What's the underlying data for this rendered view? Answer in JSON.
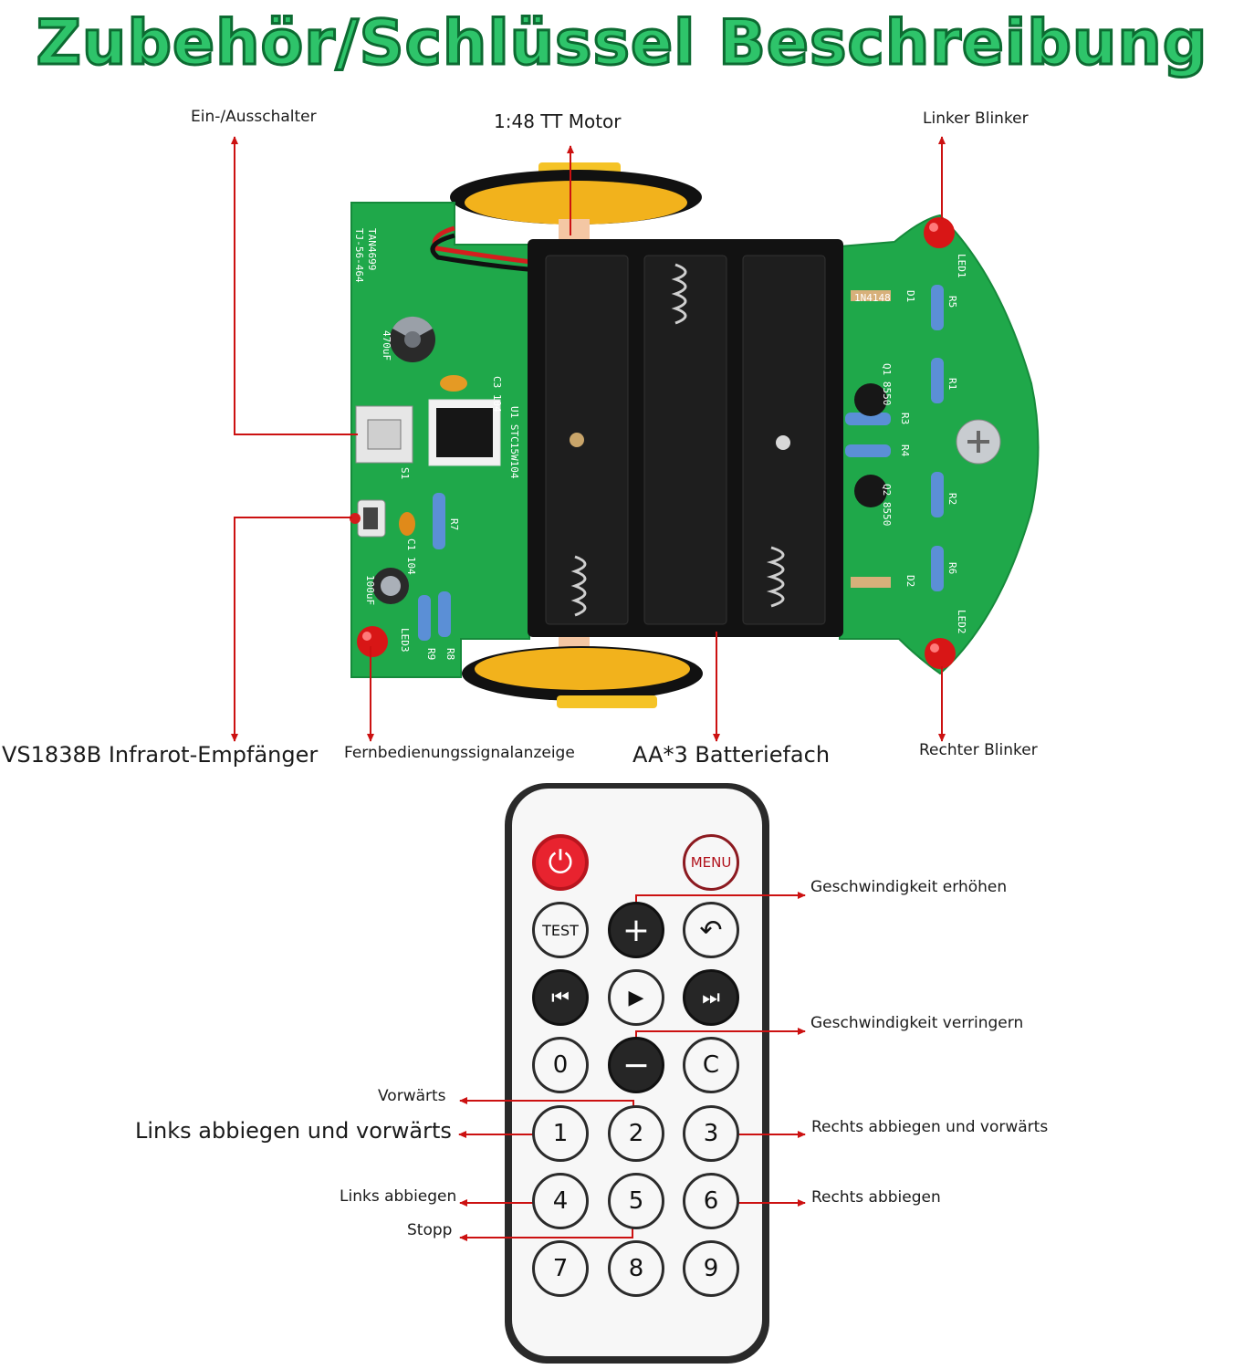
{
  "title": "Zubehör/Schlüssel Beschreibung",
  "car_labels": {
    "switch": "Ein-/Ausschalter",
    "motor": "1:48 TT Motor",
    "left_blinker": "Linker Blinker",
    "ir_receiver": "VS1838B Infrarot-Empfänger",
    "signal_indicator": "Fernbedienungssignalanzeige",
    "battery": "AA*3 Batteriefach",
    "right_blinker": "Rechter Blinker"
  },
  "pcb_text": {
    "board_id": "TAN4699",
    "board_rev": "TJ-56-464",
    "cap_big": "470uF",
    "cap_c3": "C3 104",
    "chip": "U1 STC15W104",
    "switch": "S1",
    "cap_c1": "C1 104",
    "cap_small": "100uF",
    "led3": "LED3",
    "r7": "R7",
    "r8": "R8",
    "r9": "R9",
    "led1": "LED1",
    "led2": "LED2",
    "d1": "D1",
    "d2": "D2",
    "diode": "1N4148",
    "q1": "Q1 8550",
    "q2": "Q2 8550",
    "r1": "R1",
    "r2": "R2",
    "r3": "R3",
    "r4": "R4",
    "r5": "R5",
    "r6": "R6"
  },
  "remote_labels": {
    "speed_up": "Geschwindigkeit erhöhen",
    "speed_down": "Geschwindigkeit verringern",
    "forward": "Vorwärts",
    "left_forward": "Links abbiegen und vorwärts",
    "right_forward": "Rechts abbiegen und vorwärts",
    "left": "Links abbiegen",
    "right": "Rechts abbiegen",
    "stop": "Stopp"
  },
  "remote_buttons": {
    "power": "⏻",
    "menu": "MENU",
    "test": "TEST",
    "plus": "+",
    "back": "↶",
    "prev": "⏮",
    "play": "▶",
    "next": "⏭",
    "b0": "0",
    "minus": "−",
    "c": "C",
    "b1": "1",
    "b2": "2",
    "b3": "3",
    "b4": "4",
    "b5": "5",
    "b6": "6",
    "b7": "7",
    "b8": "8",
    "b9": "9"
  },
  "colors": {
    "title": "#2ec46a",
    "pcb": "#1fa84a",
    "arrow": "#cc1111",
    "led": "#d81616",
    "wheel": "#f2b21c",
    "power_button": "#e8232f"
  }
}
